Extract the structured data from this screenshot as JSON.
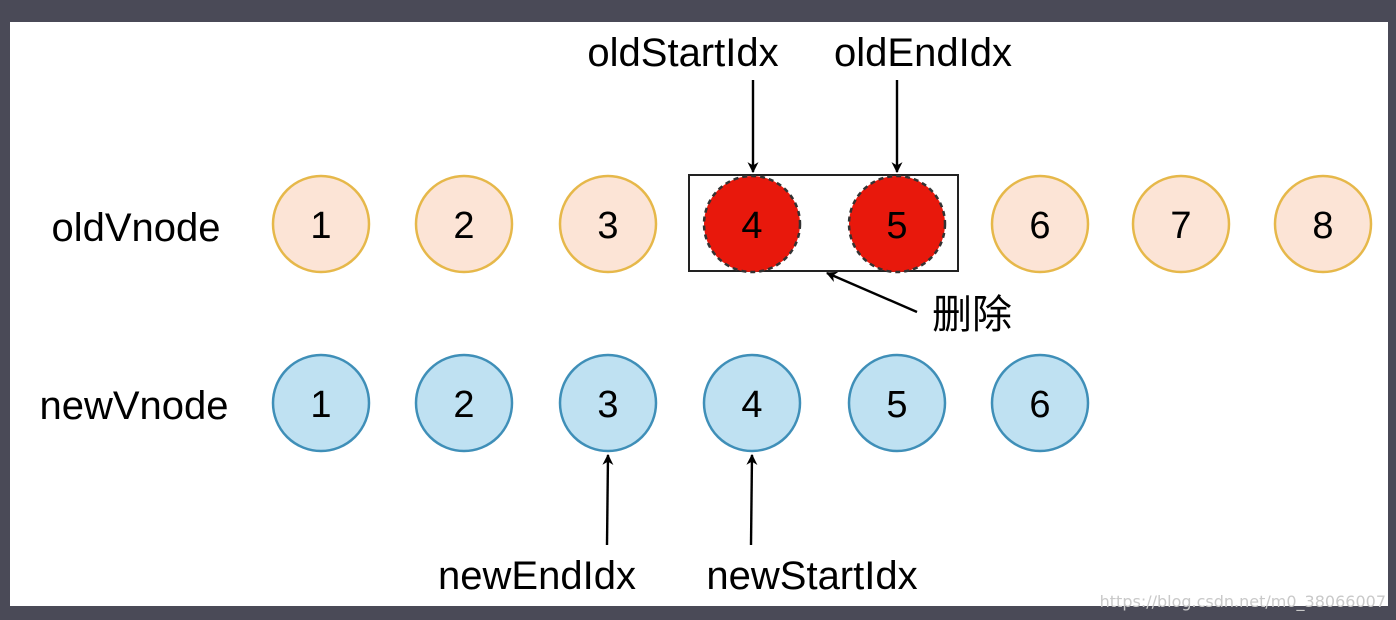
{
  "diagram": {
    "old_row_label": "oldVnode",
    "new_row_label": "newVnode",
    "old_nodes": [
      "1",
      "2",
      "3",
      "4",
      "5",
      "6",
      "7",
      "8"
    ],
    "new_nodes": [
      "1",
      "2",
      "3",
      "4",
      "5",
      "6"
    ],
    "pointers": {
      "old_start": "oldStartIdx",
      "old_end": "oldEndIdx",
      "new_end": "newEndIdx",
      "new_start": "newStartIdx"
    },
    "delete_label": "删除",
    "watermark": "https://blog.csdn.net/m0_38066007"
  },
  "colors": {
    "background_frame": "#4a4a57",
    "panel": "#ffffff",
    "old_fill": "#fce4d6",
    "old_stroke": "#e6b84a",
    "new_fill": "#bfe1f2",
    "new_stroke": "#3f8fb8",
    "deleted_fill": "#e8180c",
    "deleted_stroke": "#333333",
    "deleted_text": "#ffffff"
  }
}
